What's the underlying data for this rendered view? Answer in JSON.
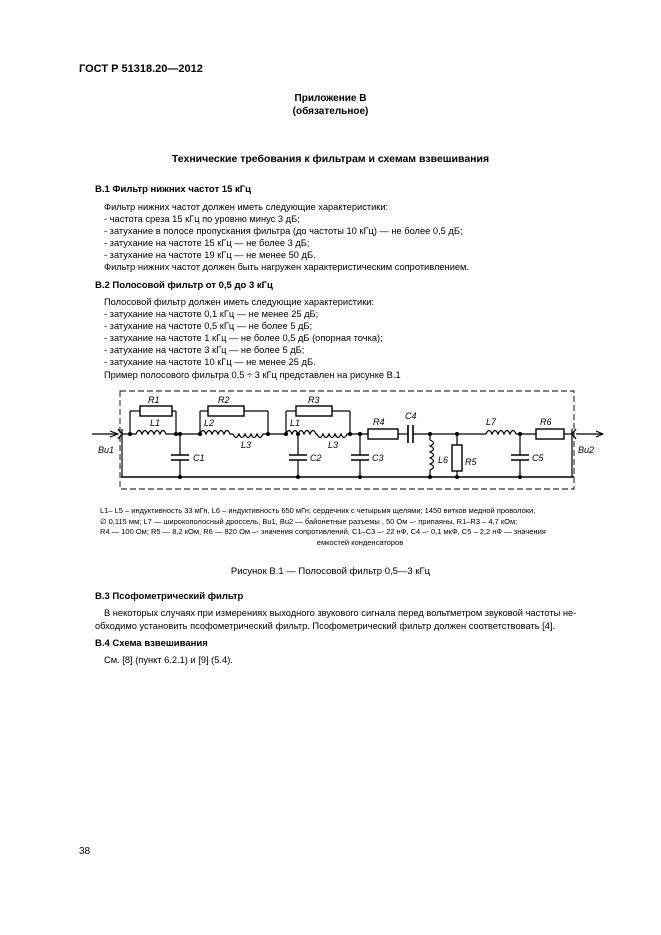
{
  "header": {
    "doc_code": "ГОСТ Р 51318.20—2012"
  },
  "appendix": {
    "title": "Приложение В",
    "status": "(обязательное)"
  },
  "doc_title": "Технические требования к фильтрам и схемам взвешивания",
  "sec_b1": {
    "heading": "В.1  Фильтр нижних частот 15 кГц",
    "intro": "Фильтр нижних частот должен иметь следующие характеристики:",
    "items": [
      "- частота среза 15 кГц по уровню минус 3 дБ;",
      "- затухание в полосе пропускания фильтра (до частоты 10 кГц) — не более 0,5 дБ;",
      "- затухание на частоте 15 кГц — не более 3 дБ;",
      "- затухание на частоте 19 кГц — не менее 50 дБ."
    ],
    "outro": "Фильтр нижних частот должен быть нагружен характеристическим сопротивлением."
  },
  "sec_b2": {
    "heading": "В.2  Полосовой фильтр от 0,5 до 3 кГц",
    "intro": "Полосовой фильтр должен иметь следующие характеристики:",
    "items": [
      "- затухание на частоте 0,1 кГц — не менее 25 дБ;",
      "- затухание на частоте 0,5 кГц — не более 5 дБ;",
      "- затухание на частоте 1 кГц — не более 0,5 дБ (опорная точка);",
      "- затухание на частоте 3 кГц — не более 5 дБ;",
      "- затухание на частоте 10 кГц — не менее 25 дБ."
    ],
    "outro": "Пример полосового фильтра 0,5 ÷ 3 кГц представлен на рисунке В.1"
  },
  "figure": {
    "labels": {
      "R1": "R1",
      "R2": "R2",
      "R3": "R3",
      "R4": "R4",
      "R5": "R5",
      "R6": "R6",
      "L1a": "L1",
      "L2": "L2",
      "L1b": "L1",
      "L3a": "L3",
      "L3b": "L3",
      "L6": "L6",
      "L7": "L7",
      "C1": "C1",
      "C2": "C2",
      "C3": "C3",
      "C4": "C4",
      "C5": "C5",
      "Bu1": "Bu1",
      "Bu2": "Bu2"
    },
    "legend_line1": "L1– L5 – индуктивность 33 мГн, L6 – индуктивность 650 мГн; сердечник с четырьмя щелями; 1450 витков медной проволоки,",
    "legend_line2": "∅ 0,115 мм; L7 — широкополосный дроссель, Bu1, Bu2 — байонетные разъемы , 50 Ом –- припаяны, R1–R3 – 4,7 кОм;",
    "legend_line3": "R4 — 100 Ом; R5 — 8,2 кОм, R6 — 820 Ом –- значения сопротивлений, C1–C3 –- 22 нФ, C4 –- 0,1 мкФ, C5 – 2,2 нФ — значения",
    "legend_line4": "емкостей конденсаторов",
    "caption": "Рисунок В.1 — Полосовой фильтр 0,5—3 кГц"
  },
  "sec_b3": {
    "heading": "В.3  Псофометрический фильтр",
    "line1": "В некоторых случаях при измерениях выходного звукового сигнала перед вольтметром звуковой частоты не-",
    "line2": "обходимо установить псофометрический фильтр. Псофометрический фильтр должен соответствовать [4]."
  },
  "sec_b4": {
    "heading": "В.4  Схема взвешивания",
    "text": "См. [8] (пункт 6.2.1) и [9] (5.4)."
  },
  "page_number": "38"
}
